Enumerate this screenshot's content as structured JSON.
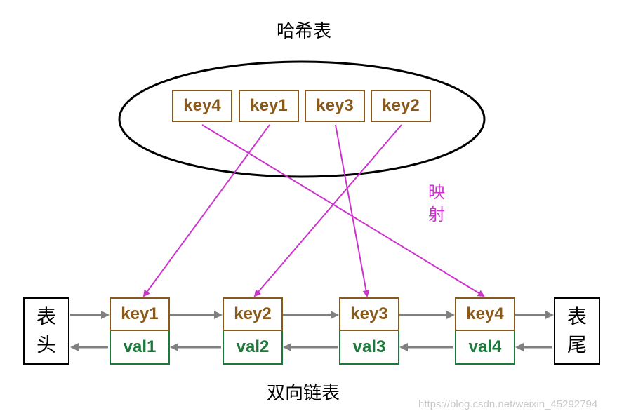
{
  "hash_table": {
    "title": "哈希表",
    "keys": [
      "key4",
      "key1",
      "key3",
      "key2"
    ]
  },
  "mapping_label": [
    "映",
    "射"
  ],
  "linked_list": {
    "title": "双向链表",
    "head": [
      "表",
      "头"
    ],
    "tail": [
      "表",
      "尾"
    ],
    "nodes": [
      {
        "key": "key1",
        "val": "val1"
      },
      {
        "key": "key2",
        "val": "val2"
      },
      {
        "key": "key3",
        "val": "val3"
      },
      {
        "key": "key4",
        "val": "val4"
      }
    ]
  },
  "watermark": "https://blog.csdn.net/weixin_45292794",
  "colors": {
    "key": "#8a5a1c",
    "val": "#1a7a3a",
    "mapping": "#cc33cc",
    "link_arrow": "#808080"
  }
}
